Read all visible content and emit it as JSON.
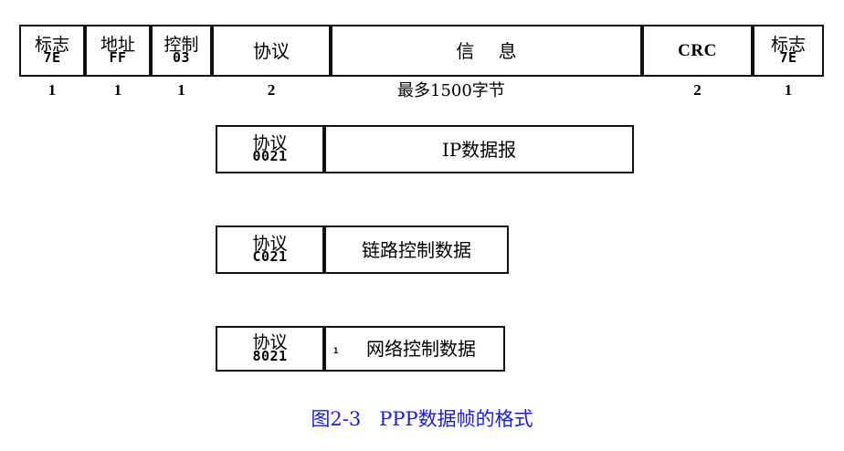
{
  "figure": {
    "caption": "图2-3   PPP数据帧的格式",
    "caption_color": "#1a1ae8"
  },
  "ppp_frame": {
    "fields": [
      {
        "name": "标志",
        "value": "7E",
        "bytes": "1"
      },
      {
        "name": "地址",
        "value": "FF",
        "bytes": "1"
      },
      {
        "name": "控制",
        "value": "03",
        "bytes": "1"
      },
      {
        "name": "协议",
        "value": "",
        "bytes": "2"
      },
      {
        "name": "信  息",
        "value": "",
        "bytes": "最多1500字节"
      },
      {
        "name": "CRC",
        "value": "",
        "bytes": "2"
      },
      {
        "name": "标志",
        "value": "7E",
        "bytes": "1"
      }
    ]
  },
  "payload_rows": [
    {
      "protocol_label": "协议",
      "protocol_code": "0021",
      "payload": "IP数据报",
      "marker": ""
    },
    {
      "protocol_label": "协议",
      "protocol_code": "C021",
      "payload": "链路控制数据",
      "marker": ""
    },
    {
      "protocol_label": "协议",
      "protocol_code": "8021",
      "payload": "网络控制数据",
      "marker": "1"
    }
  ]
}
